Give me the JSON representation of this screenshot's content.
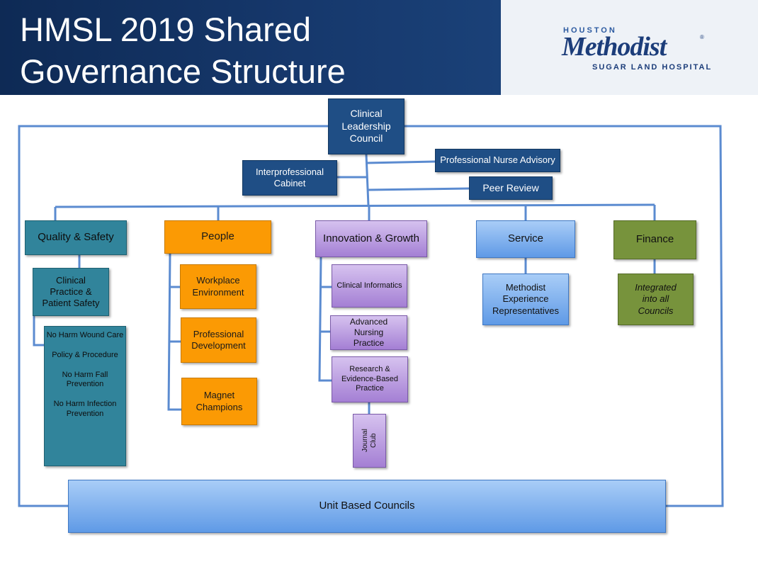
{
  "header": {
    "title_line1": "HMSL 2019 Shared",
    "title_line2": "Governance Structure"
  },
  "logo": {
    "top": "HOUSTON",
    "main": "Methodist",
    "registered": "®",
    "sub": "SUGAR LAND HOSPITAL"
  },
  "nodes": {
    "clinical_leadership": "Clinical Leadership Council",
    "professional_nurse_advisory": "Professional Nurse Advisory",
    "interprofessional_cabinet": "Interprofessional Cabinet",
    "peer_review": "Peer Review",
    "quality_safety": "Quality & Safety",
    "people": "People",
    "innovation_growth": "Innovation & Growth",
    "service": "Service",
    "finance": "Finance",
    "clinical_practice": "Clinical Practice & Patient Safety",
    "no_harm_items": [
      "No Harm Wound Care",
      "Policy & Procedure",
      "No Harm Fall Prevention",
      "No Harm Infection Prevention"
    ],
    "workplace_environment": "Workplace Environment",
    "professional_development": "Professional Development",
    "magnet_champions": "Magnet Champions",
    "clinical_informatics": "Clinical Informatics",
    "advanced_nursing": "Advanced Nursing Practice",
    "research_ebp": "Research & Evidence-Based Practice",
    "journal_club": "Journal Club",
    "methodist_experience": "Methodist Experience Representatives",
    "integrated_councils": "Integrated into all Councils",
    "unit_based": "Unit Based Councils"
  },
  "colors": {
    "header": "#16386c",
    "dark_box": "#1f4e85",
    "teal": "#31849b",
    "orange": "#fb9a04",
    "purple": "#b294dc",
    "blue": "#7fb1ee",
    "green": "#77933c",
    "connector": "#5b8bd0"
  }
}
